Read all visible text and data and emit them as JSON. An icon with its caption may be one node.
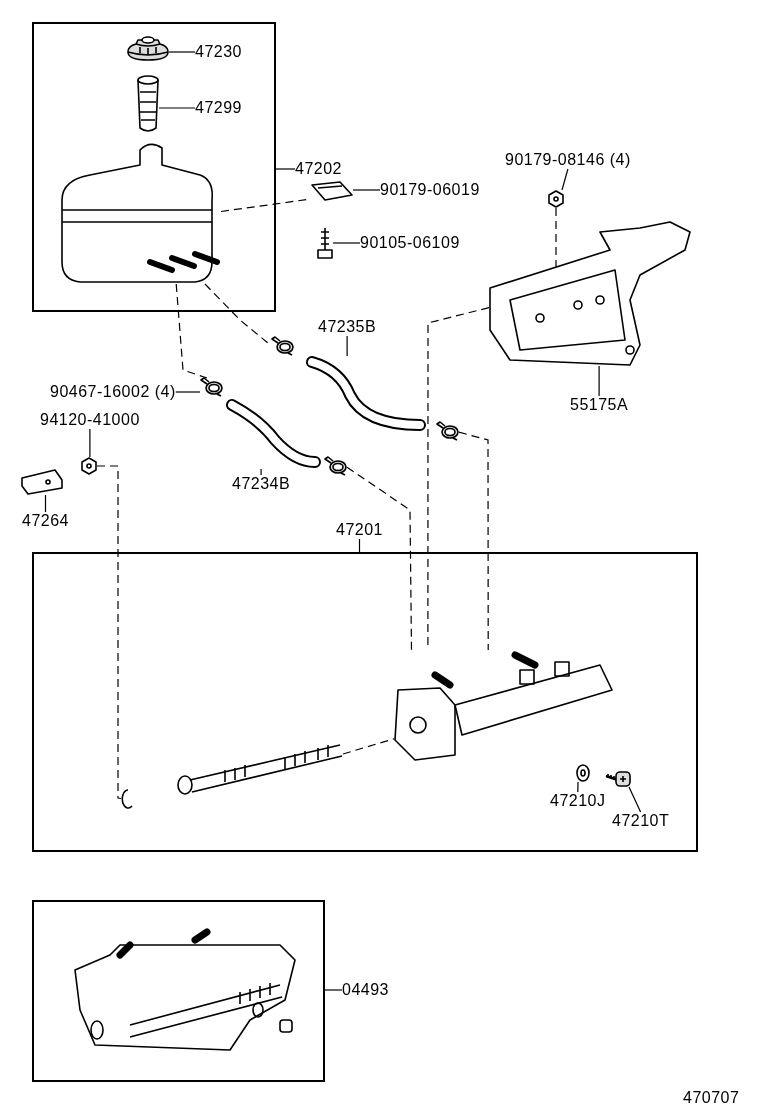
{
  "diagram": {
    "nodes": [
      {
        "text": [],
        "shape": "box"
      },
      {
        "text": [
          "47230"
        ],
        "in": 0
      },
      {
        "text": [
          "47299"
        ],
        "in": 0
      },
      {
        "text": [
          "47202"
        ]
      },
      {
        "text": [
          "90179-06019"
        ]
      },
      {
        "text": [
          "90105-06109"
        ]
      },
      {
        "text": [
          "90179-08146 (4)"
        ]
      },
      {
        "text": [
          "47235B"
        ]
      },
      {
        "text": [
          "55175A"
        ]
      },
      {
        "text": [
          "90467-16002 (4)"
        ]
      },
      {
        "text": [
          "94120-41000"
        ]
      },
      {
        "text": [
          "47264"
        ]
      },
      {
        "text": [
          "47234B"
        ]
      },
      {
        "text": [
          "47201"
        ]
      },
      {
        "text": [],
        "shape": "box"
      },
      {
        "text": [
          "47210J"
        ],
        "in": 14
      },
      {
        "text": [
          "47210T"
        ],
        "in": 14
      },
      {
        "text": [],
        "shape": "box"
      },
      {
        "text": [
          "04493"
        ]
      },
      {
        "text": [],
        "shape": "picture",
        "in": 0
      },
      {
        "text": [],
        "shape": "picture",
        "in": 0
      },
      {
        "text": [],
        "shape": "picture",
        "in": 0
      },
      {
        "text": [],
        "shape": "picture"
      },
      {
        "text": [],
        "shape": "picture"
      },
      {
        "text": [],
        "shape": "picture"
      },
      {
        "text": [],
        "shape": "picture"
      },
      {
        "text": [],
        "shape": "picture"
      },
      {
        "text": [],
        "shape": "picture"
      },
      {
        "text": [],
        "shape": "picture"
      },
      {
        "text": [],
        "shape": "picture"
      },
      {
        "text": [],
        "shape": "picture"
      },
      {
        "text": [],
        "shape": "picture"
      },
      {
        "text": [],
        "shape": "picture"
      },
      {
        "text": [],
        "shape": "picture"
      },
      {
        "text": [],
        "shape": "picture",
        "in": 14
      },
      {
        "text": [],
        "shape": "picture",
        "in": 14
      },
      {
        "text": [],
        "shape": "picture",
        "in": 14
      },
      {
        "text": [],
        "shape": "picture",
        "in": 14
      },
      {
        "text": [],
        "shape": "picture",
        "in": 14
      },
      {
        "text": [],
        "shape": "picture",
        "in": 17
      }
    ],
    "edges": [
      {
        "from": 1,
        "to": 19,
        "arrow": "none"
      },
      {
        "from": 2,
        "to": 20,
        "arrow": "none"
      },
      {
        "from": 3,
        "to": 0,
        "arrow": "none"
      },
      {
        "from": 4,
        "to": 22,
        "arrow": "none"
      },
      {
        "from": 5,
        "to": 23,
        "arrow": "none"
      },
      {
        "from": 6,
        "to": 24,
        "arrow": "none"
      },
      {
        "from": 7,
        "to": 26,
        "arrow": "none"
      },
      {
        "from": 8,
        "to": 25,
        "arrow": "none"
      },
      {
        "from": 9,
        "to": 28,
        "arrow": "none"
      },
      {
        "from": 10,
        "to": 32,
        "arrow": "none"
      },
      {
        "from": 11,
        "to": 33,
        "arrow": "none"
      },
      {
        "from": 12,
        "to": 29,
        "arrow": "none"
      },
      {
        "from": 13,
        "to": 14,
        "arrow": "none"
      },
      {
        "from": 15,
        "to": 37,
        "arrow": "none"
      },
      {
        "from": 16,
        "to": 38,
        "arrow": "none"
      },
      {
        "from": 18,
        "to": 17,
        "arrow": "none"
      },
      {
        "from": 21,
        "to": 22,
        "arrow": "none",
        "style": "dashed"
      },
      {
        "from": 21,
        "to": 28,
        "arrow": "none",
        "style": "dashed"
      },
      {
        "from": 21,
        "to": 27,
        "arrow": "none",
        "style": "dashed"
      },
      {
        "from": 24,
        "to": 25,
        "arrow": "none",
        "style": "dashed"
      },
      {
        "from": 25,
        "to": 34,
        "arrow": "none",
        "style": "dashed"
      },
      {
        "from": 31,
        "to": 34,
        "arrow": "none",
        "style": "dashed"
      },
      {
        "from": 30,
        "to": 34,
        "arrow": "none",
        "style": "dashed"
      },
      {
        "from": 32,
        "to": 36,
        "arrow": "none",
        "style": "dashed"
      },
      {
        "from": 35,
        "to": 34,
        "arrow": "none",
        "style": "dashed"
      }
    ],
    "labels": [
      "470707"
    ]
  }
}
